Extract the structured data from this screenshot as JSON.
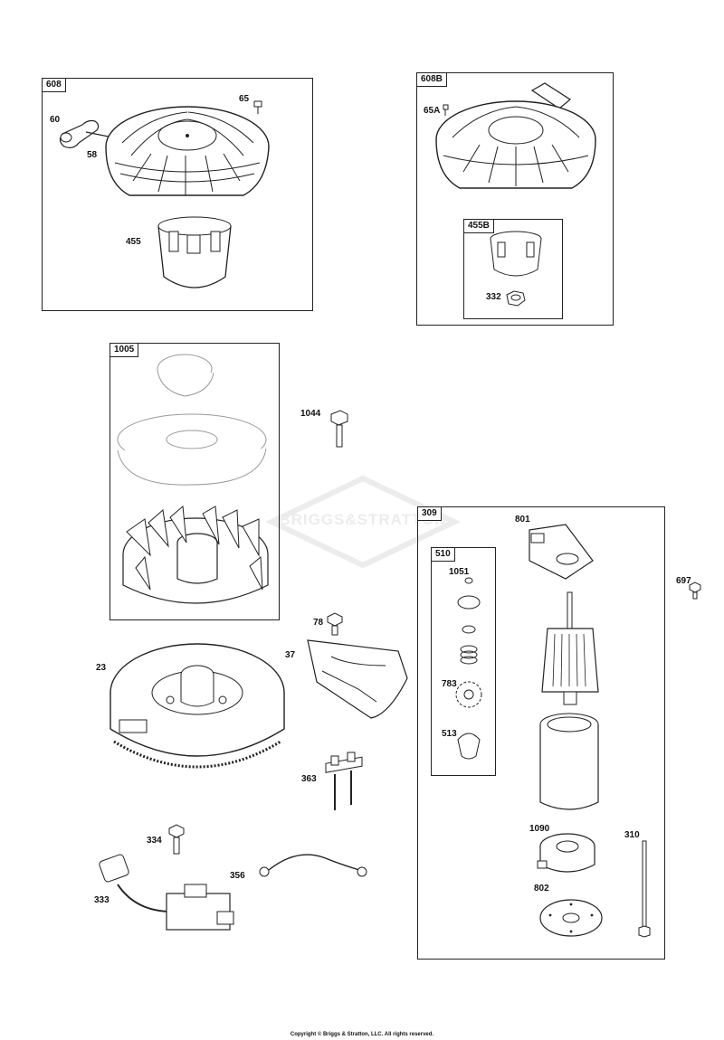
{
  "watermark": "BRIGGS&STRATTON",
  "copyright": "Copyright © Briggs & Stratton, LLC. All rights reserved.",
  "groups": [
    {
      "id": "608",
      "label": "608"
    },
    {
      "id": "608B",
      "label": "608B"
    },
    {
      "id": "455B",
      "label": "455B"
    },
    {
      "id": "1005",
      "label": "1005"
    },
    {
      "id": "309",
      "label": "309"
    },
    {
      "id": "510",
      "label": "510"
    }
  ],
  "parts": {
    "p65": "65",
    "p60": "60",
    "p58": "58",
    "p455": "455",
    "p65A": "65A",
    "p332": "332",
    "p1044": "1044",
    "p78": "78",
    "p37": "37",
    "p23": "23",
    "p363": "363",
    "p334": "334",
    "p333": "333",
    "p356": "356",
    "p801": "801",
    "p697": "697",
    "p1051": "1051",
    "p783": "783",
    "p513": "513",
    "p1090": "1090",
    "p310": "310",
    "p802": "802"
  }
}
